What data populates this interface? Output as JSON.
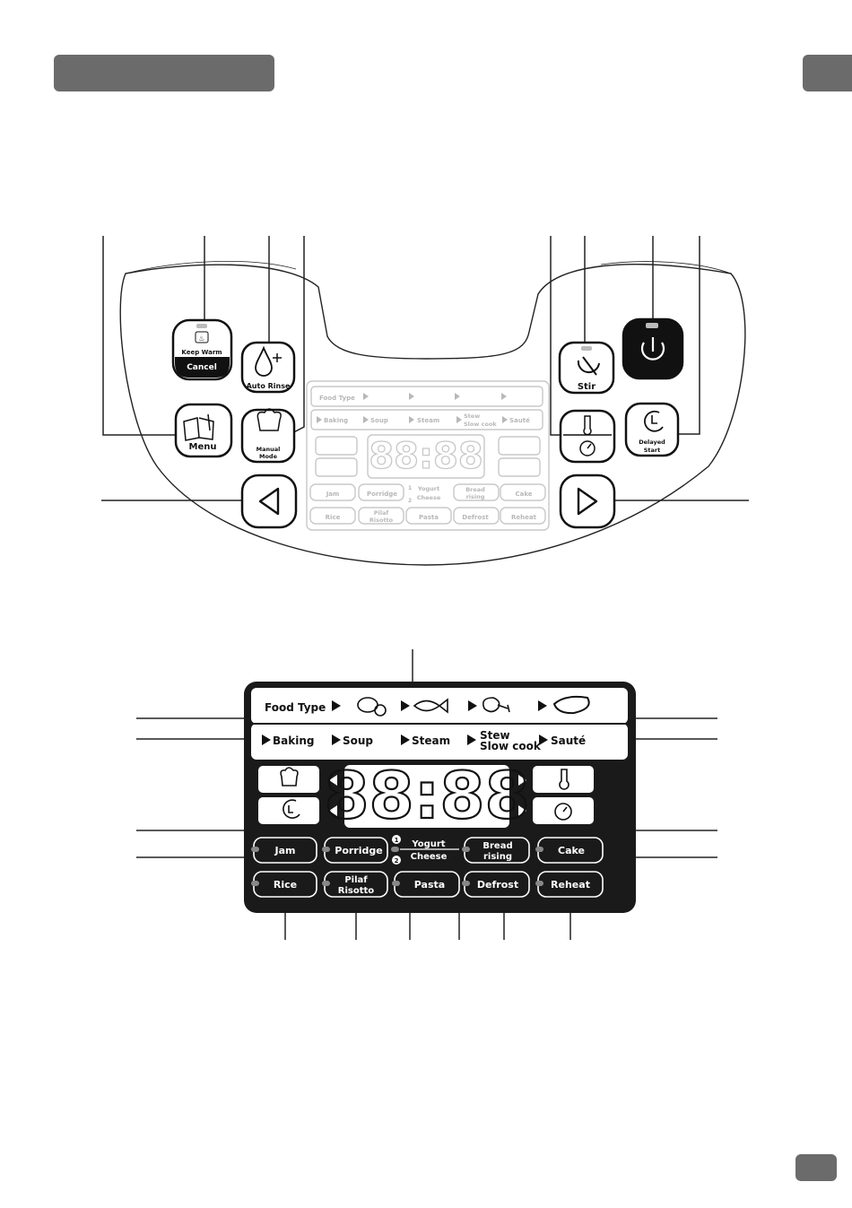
{
  "header": {
    "tab_left": "",
    "tab_right": ""
  },
  "panel": {
    "keep_warm_label": "Keep Warm",
    "cancel_label": "Cancel",
    "auto_rinse_label": "Auto Rinse",
    "stir_label": "Stir",
    "menu_label": "Menu",
    "manual_label_1": "Manual",
    "manual_label_2": "Mode",
    "delayed_label_1": "Delayed",
    "delayed_label_2": "Start",
    "food_type_label": "Food Type",
    "modes": {
      "baking": "Baking",
      "soup": "Soup",
      "steam": "Steam",
      "stew_1": "Stew",
      "stew_2": "Slow cook",
      "saute": "Sauté"
    },
    "digits": "88:88",
    "programs": {
      "jam": "Jam",
      "porridge": "Porridge",
      "yogurt": "Yogurt",
      "cheese": "Cheese",
      "bread_1": "Bread",
      "bread_2": "rising",
      "cake": "Cake",
      "rice": "Rice",
      "pilaf_1": "Pilaf",
      "pilaf_2": "Risotto",
      "pasta": "Pasta",
      "defrost": "Defrost",
      "reheat": "Reheat",
      "marker_1": "1",
      "marker_2": "2"
    }
  },
  "display": {
    "food_type_label": "Food Type",
    "modes": {
      "baking": "Baking",
      "soup": "Soup",
      "steam": "Steam",
      "stew_1": "Stew",
      "stew_2": "Slow cook",
      "saute": "Sauté"
    },
    "digits": "88:88",
    "programs": {
      "jam": "Jam",
      "porridge": "Porridge",
      "yogurt": "Yogurt",
      "cheese": "Cheese",
      "bread_1": "Bread",
      "bread_2": "rising",
      "cake": "Cake",
      "rice": "Rice",
      "pilaf_1": "Pilaf",
      "pilaf_2": "Risotto",
      "pasta": "Pasta",
      "defrost": "Defrost",
      "reheat": "Reheat",
      "marker_1": "1",
      "marker_2": "2"
    }
  },
  "footer": {
    "page_tab": ""
  },
  "colors": {
    "tab": "#6b6b6b",
    "panel_text": "#bdbdbd",
    "display_bg": "#1a1a1a"
  }
}
